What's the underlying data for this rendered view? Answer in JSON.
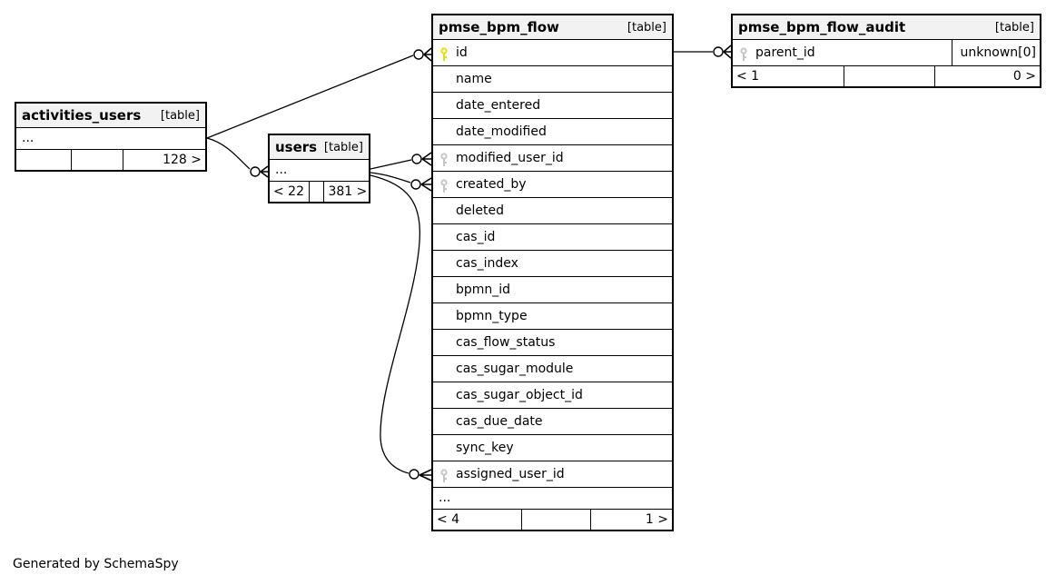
{
  "diagram": {
    "generator_note": "Generated by SchemaSpy"
  },
  "colors": {
    "primary_key": "#e8e000",
    "foreign_key": "#c6c6c6",
    "table_header_bg": "#f2f2f2",
    "line": "#000000"
  },
  "icons": {
    "primary_key": "yellow-key-icon",
    "foreign_key": "gray-key-icon",
    "cardinality": "open-circle-with-crow-foot"
  },
  "tables": [
    {
      "name": "activities_users",
      "type_label": "[table]",
      "columns": [
        {
          "name": "..."
        }
      ],
      "footer": {
        "left": "",
        "middle": "",
        "right": "128 >"
      }
    },
    {
      "name": "users",
      "type_label": "[table]",
      "columns": [
        {
          "name": "..."
        }
      ],
      "footer": {
        "left": "< 22",
        "middle": "",
        "right": "381 >"
      }
    },
    {
      "name": "pmse_bpm_flow",
      "type_label": "[table]",
      "columns": [
        {
          "name": "id",
          "key": "primary"
        },
        {
          "name": "name"
        },
        {
          "name": "date_entered"
        },
        {
          "name": "date_modified"
        },
        {
          "name": "modified_user_id",
          "key": "foreign"
        },
        {
          "name": "created_by",
          "key": "foreign"
        },
        {
          "name": "deleted"
        },
        {
          "name": "cas_id"
        },
        {
          "name": "cas_index"
        },
        {
          "name": "bpmn_id"
        },
        {
          "name": "bpmn_type"
        },
        {
          "name": "cas_flow_status"
        },
        {
          "name": "cas_sugar_module"
        },
        {
          "name": "cas_sugar_object_id"
        },
        {
          "name": "cas_due_date"
        },
        {
          "name": "sync_key"
        },
        {
          "name": "assigned_user_id",
          "key": "foreign"
        },
        {
          "name": "..."
        }
      ],
      "footer": {
        "left": "< 4",
        "middle": "",
        "right": "1 >"
      }
    },
    {
      "name": "pmse_bpm_flow_audit",
      "type_label": "[table]",
      "columns": [
        {
          "name": "parent_id",
          "key": "foreign",
          "type_note": "unknown[0]"
        }
      ],
      "footer": {
        "left": "< 1",
        "middle": "",
        "right": "0 >"
      }
    }
  ]
}
